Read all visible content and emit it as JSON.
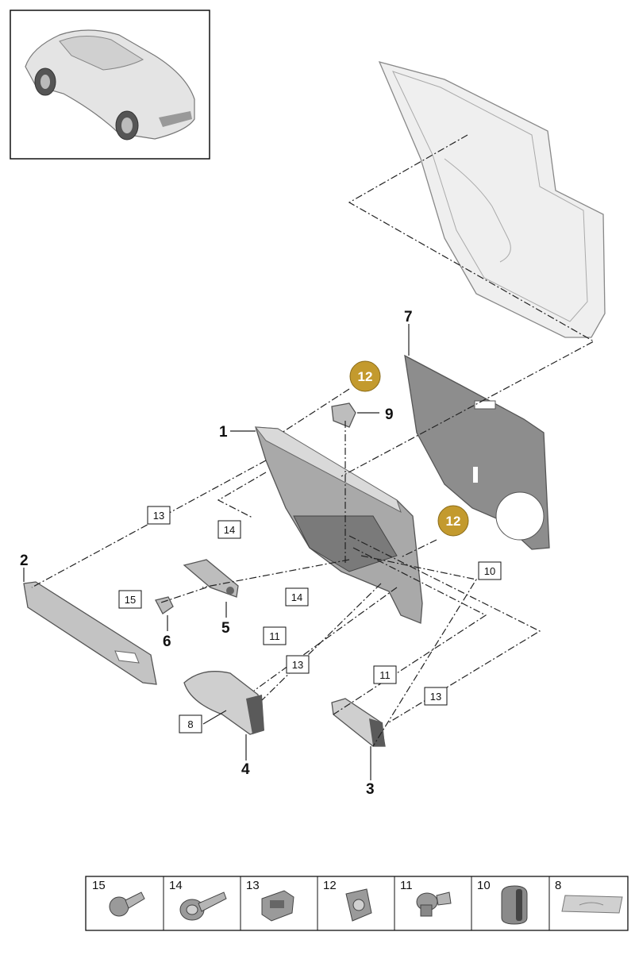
{
  "callouts": {
    "c1": "1",
    "c2": "2",
    "c3": "3",
    "c4": "4",
    "c5": "5",
    "c6": "6",
    "c7": "7",
    "c9": "9",
    "c8_boxed": "8",
    "c10_boxed": "10",
    "c11a_boxed": "11",
    "c11b_boxed": "11",
    "c13a_boxed": "13",
    "c13b_boxed": "13",
    "c13c_boxed": "13",
    "c14a_boxed": "14",
    "c14b_boxed": "14",
    "c15_boxed": "15",
    "c12a_highlight": "12",
    "c12b_highlight": "12"
  },
  "legend": {
    "cells": [
      {
        "label": "15",
        "icon": "screw-icon"
      },
      {
        "label": "14",
        "icon": "washer-screw-icon"
      },
      {
        "label": "13",
        "icon": "clip-icon"
      },
      {
        "label": "12",
        "icon": "expanding-nut-icon"
      },
      {
        "label": "11",
        "icon": "plug-icon"
      },
      {
        "label": "10",
        "icon": "cap-icon"
      },
      {
        "label": "8",
        "icon": "badge-icon"
      }
    ]
  },
  "colors": {
    "highlight": "#c39a2e",
    "line": "#222222",
    "part_fill": "#c9c9c9"
  }
}
